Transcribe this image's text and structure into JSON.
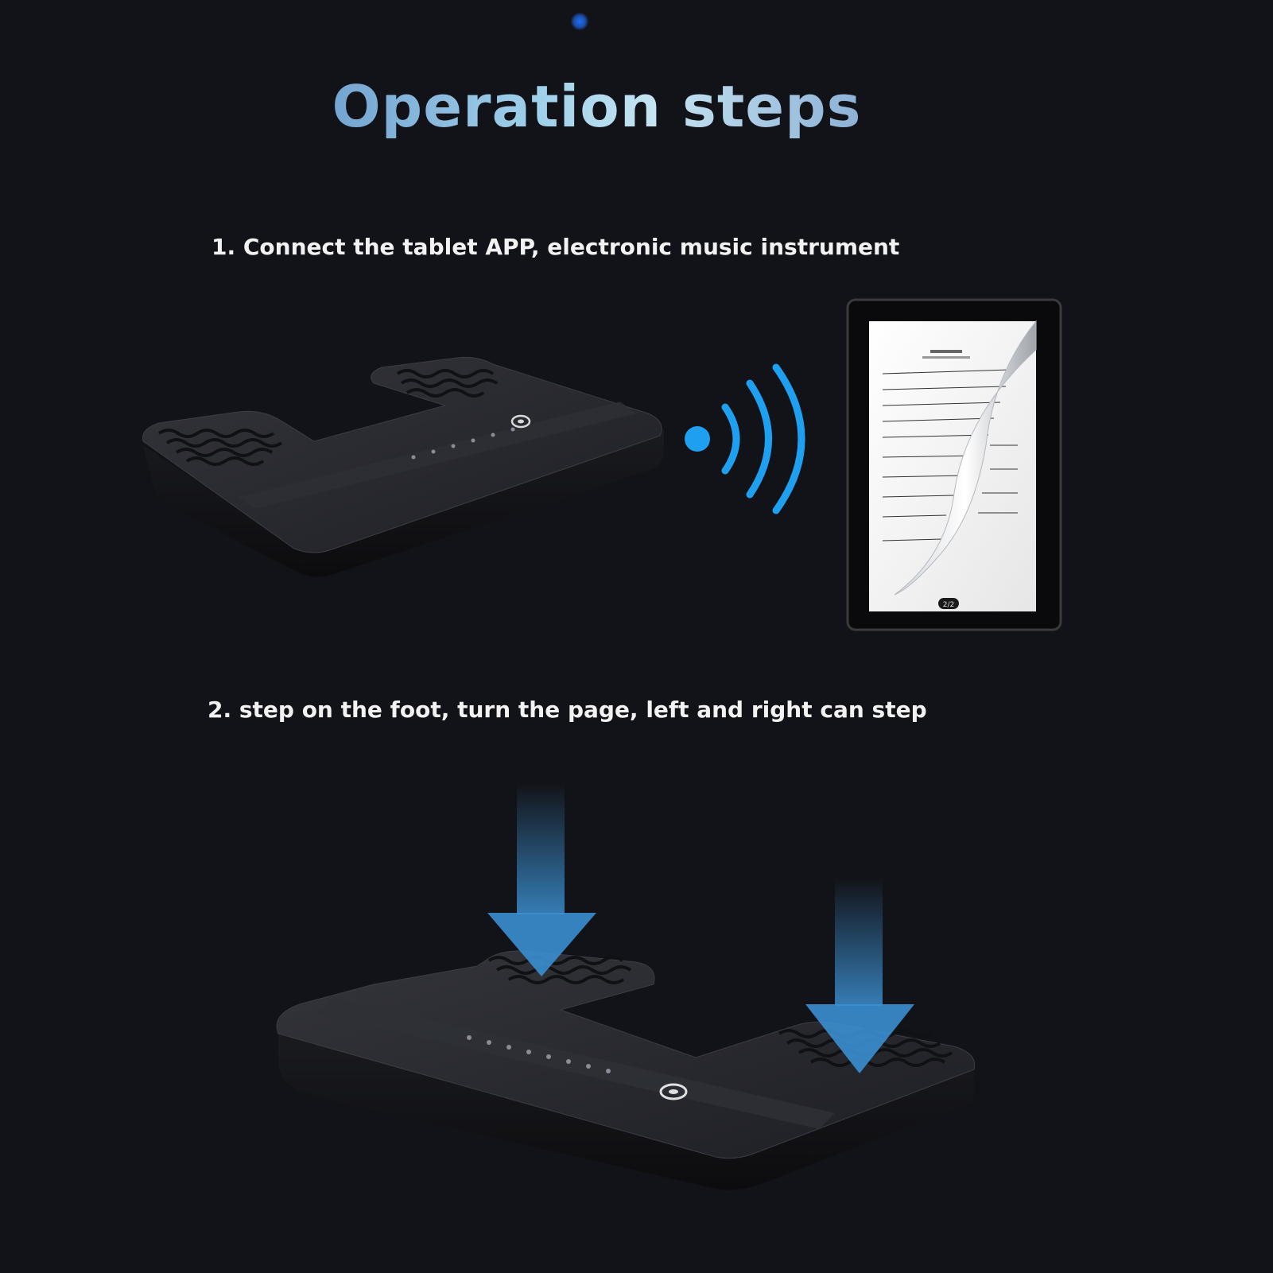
{
  "header": {
    "title": "Operation steps"
  },
  "steps": [
    {
      "text": "1. Connect the tablet APP, electronic music instrument"
    },
    {
      "text": "2. step on the foot, turn the page, left and right can step"
    }
  ],
  "tablet": {
    "page_indicator": "2/2"
  },
  "colors": {
    "background": "#121318",
    "accent_blue": "#1e9ff0",
    "arrow_blue": "#3b8fd0",
    "pedal_body": "#2a2b30"
  },
  "icons": {
    "signal": "wireless-signal-icon",
    "arrow": "arrow-down-icon"
  }
}
